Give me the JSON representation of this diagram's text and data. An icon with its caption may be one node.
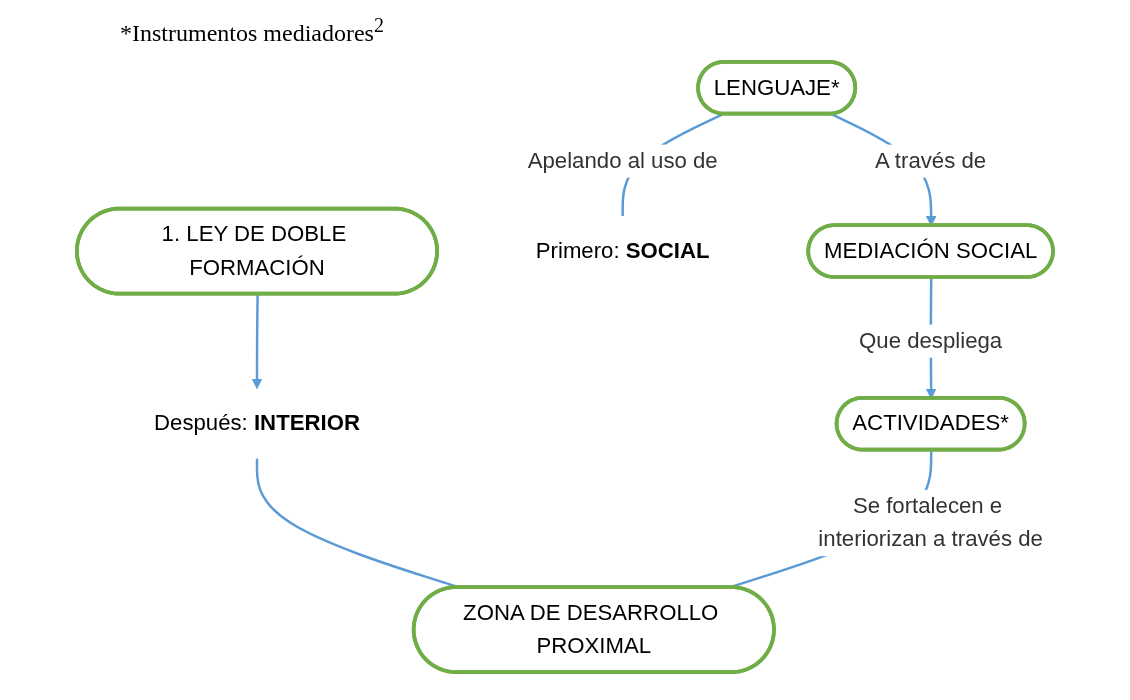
{
  "diagram": {
    "title": "*Instrumentos mediadores$^{2}$",
    "nodes": [
      {
        "text": [
          "LENGUAJE*"
        ]
      },
      {
        "text": [
          "MEDIACIÓN SOCIAL"
        ]
      },
      {
        "text": [
          "ACTIVIDADES*"
        ]
      },
      {
        "text": [
          "Primero: **SOCIAL**"
        ]
      },
      {
        "text": [
          "Después: **INTERIOR**"
        ]
      },
      {
        "text": [
          "1. LEY DE DOBLE FORMACIÓN"
        ]
      },
      {
        "text": [
          "ZONA DE DESARROLLO PROXIMAL"
        ]
      }
    ],
    "edges": [
      {
        "from": 0,
        "to": 1,
        "arrow": "to",
        "label": "A través de"
      },
      {
        "from": 0,
        "to": 3,
        "arrow": "none",
        "label": "Apelando al uso de"
      },
      {
        "from": 1,
        "to": 2,
        "arrow": "to",
        "label": "Que despliega"
      },
      {
        "from": 5,
        "to": 4,
        "arrow": "to"
      },
      {
        "from": 4,
        "to": 6,
        "arrow": "none"
      },
      {
        "from": 2,
        "to": 6,
        "arrow": "none",
        "label": "Se fortalecen e interiorizan a través de"
      }
    ]
  }
}
